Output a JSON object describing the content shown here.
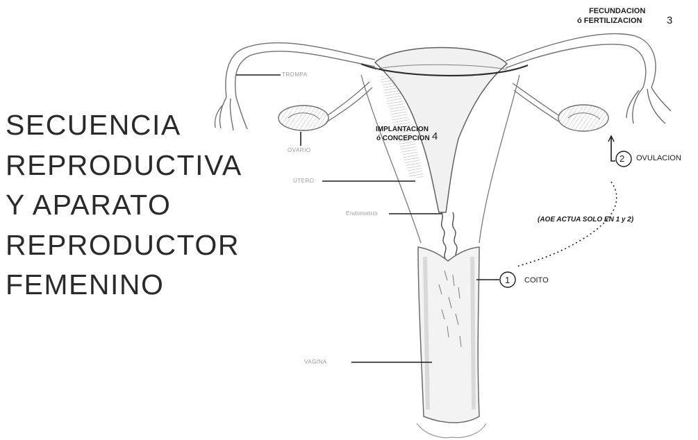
{
  "title_lines": [
    "SECUENCIA",
    "REPRODUCTIVA",
    "Y APARATO",
    "REPRODUCTOR",
    "FEMENINO"
  ],
  "labels": {
    "fecundacion_line1": "FECUNDACION",
    "fecundacion_line2": "ó FERTILIZACION",
    "fecundacion_number": "3",
    "implantacion_line1": "IMPLANTACION",
    "implantacion_line2": "ó CONCEPCION",
    "implantacion_number": "4",
    "ovulacion_number": "2",
    "ovulacion": "OVULACION",
    "coito_number": "1",
    "coito": "COITO",
    "aoe_note": "(AOE ACTUA SOLO EN 1 y 2)",
    "trompa": "TROMPA",
    "ovario": "OVARIO",
    "utero": "ÚTERO",
    "endometrio": "Endometrio",
    "vagina": "VAGINA"
  },
  "colors": {
    "ink": "#1b1b1b",
    "sketch": "#6f6f6f",
    "shade": "#bdbdbd",
    "faint_label": "#9a9a9a"
  }
}
